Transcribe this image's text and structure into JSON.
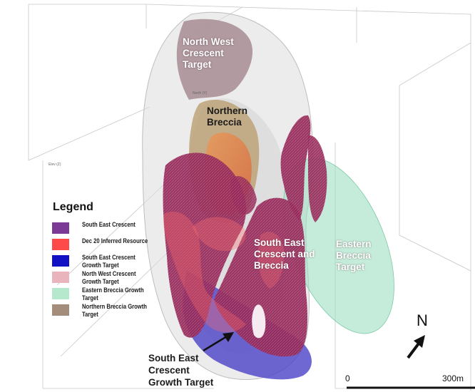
{
  "labels": {
    "north_west_crescent": "North West\nCrescent\nTarget",
    "northern_breccia": "Northern\nBreccia",
    "south_east_crescent_breccia": "South East\nCrescent and\nBreccia",
    "eastern_breccia": "Eastern\nBreccia\nTarget",
    "south_east_growth": "South East\nCrescent\nGrowth Target"
  },
  "axis_labels": {
    "north_axis": "North (Y)",
    "elev_axis": "Elev (Z)"
  },
  "legend": {
    "title": "Legend",
    "items": [
      {
        "label": "South East Crescent",
        "color": "#7a3a96"
      },
      {
        "label": "Dec 20 Inferred Resource",
        "color": "#ff4a4a"
      },
      {
        "label": "South East Crescent\nGrowth Target",
        "color": "#1212c4"
      },
      {
        "label": "North West Crescent\nGrowth Target",
        "color": "#e9b4bb"
      },
      {
        "label": "Eastern Breccia Growth\nTarget",
        "color": "#b5e8cc"
      },
      {
        "label": "Northern Breccia Growth\nTarget",
        "color": "#a48d7a"
      }
    ]
  },
  "north_arrow": {
    "label": "N"
  },
  "scale_bar": {
    "start": "0",
    "end": "300m"
  }
}
